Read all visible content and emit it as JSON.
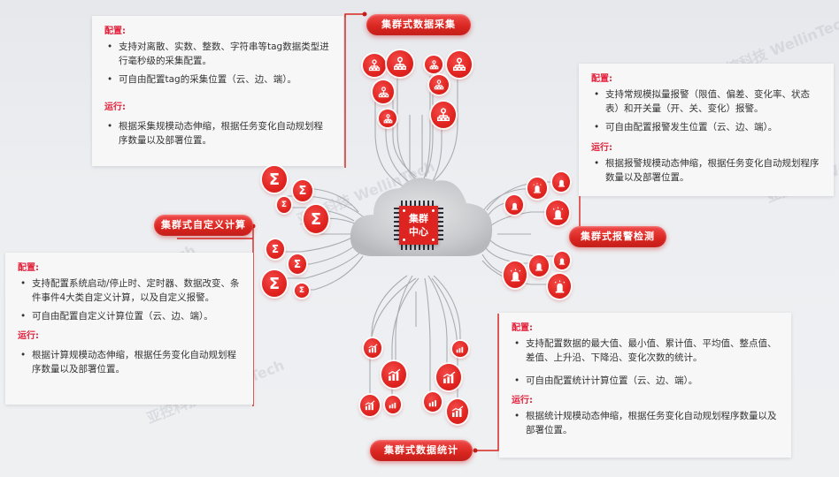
{
  "center": {
    "label_line1": "集群",
    "label_line2": "中心",
    "icon": "cpu-chip-icon"
  },
  "modules": {
    "collection": {
      "title": "集群式数据采集",
      "icon": "hierarchy-icon",
      "config_label": "配置:",
      "config_items": [
        "支持对离散、实数、整数、字符串等tag数据类型进行毫秒级的采集配置。",
        "可自由配置tag的采集位置（云、边、端）。"
      ],
      "run_label": "运行:",
      "run_items": [
        "根据采集规模动态伸缩，根据任务变化自动规划程序数量以及部署位置。"
      ]
    },
    "alarm": {
      "title": "集群式报警检测",
      "icon": "alarm-siren-icon",
      "config_label": "配置:",
      "config_items": [
        "支持常规模拟量报警（限值、偏差、变化率、状态表）和开关量（开、关、变化）报警。",
        "可自由配置报警发生位置（云、边、端）。"
      ],
      "run_label": "运行:",
      "run_items": [
        "根据报警规模动态伸缩，根据任务变化自动规划程序数量以及部署位置。"
      ]
    },
    "compute": {
      "title": "集群式自定义计算",
      "icon": "sigma-icon",
      "config_label": "配置:",
      "config_items": [
        "支持配置系统启动/停止时、定时器、数据改变、条件事件4大类自定义计算，以及自定义报警。",
        "可自由配置自定义计算位置（云、边、端）。"
      ],
      "run_label": "运行:",
      "run_items": [
        "根据计算规模动态伸缩，根据任务变化自动规划程序数量以及部署位置。"
      ]
    },
    "statistics": {
      "title": "集群式数据统计",
      "icon": "bar-chart-trend-icon",
      "config_label": "配置:",
      "config_items": [
        "支持配置数据的最大值、最小值、累计值、平均值、整点值、差值、上升沿、下降沿、变化次数的统计。",
        "可自由配置统计计算位置（云、边、端）。"
      ],
      "run_label": "运行:",
      "run_items": [
        "根据统计规模动态伸缩，根据任务变化自动规划程序数量以及部署位置。"
      ]
    }
  },
  "watermark": "亚控科技 WellinTech",
  "colors": {
    "accent": "#de2420",
    "background": "#eaecef",
    "card": "#f7f7f8",
    "label_red": "#e3203a",
    "wire": "#a9acb1"
  }
}
